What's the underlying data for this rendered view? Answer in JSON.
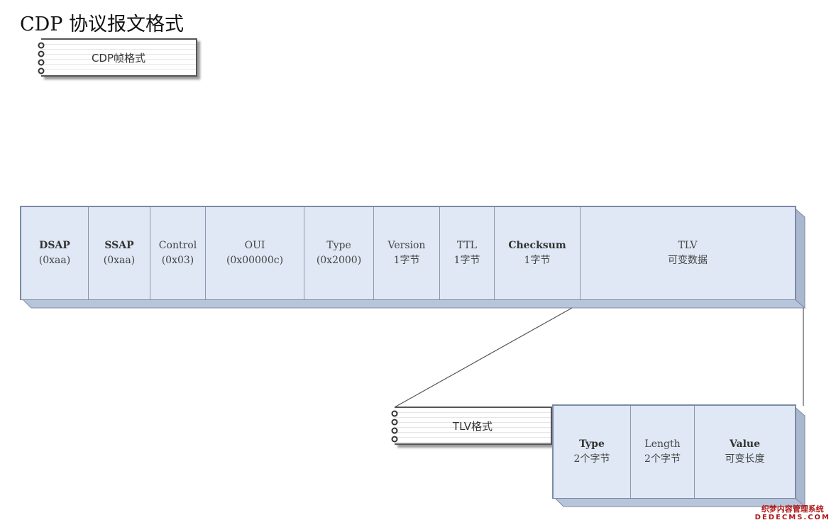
{
  "title": "CDP 协议报文格式",
  "labels": {
    "cdp_frame": "CDP帧格式",
    "tlv_format": "TLV格式"
  },
  "frame_fields": [
    {
      "line1": "DSAP",
      "line2": "(0xaa)"
    },
    {
      "line1": "SSAP",
      "line2": "(0xaa)"
    },
    {
      "line1": "Control",
      "line2": "(0x03)"
    },
    {
      "line1": "OUI",
      "line2": "(0x00000c)"
    },
    {
      "line1": "Type",
      "line2": "(0x2000)"
    },
    {
      "line1": "Version",
      "line2": "1字节"
    },
    {
      "line1": "TTL",
      "line2": "1字节"
    },
    {
      "line1": "Checksum",
      "line2": "1字节"
    },
    {
      "line1": "TLV",
      "line2": "可变数据"
    }
  ],
  "tlv_fields": [
    {
      "line1": "Type",
      "line2": "2个字节"
    },
    {
      "line1": "Length",
      "line2": "2个字节"
    },
    {
      "line1": "Value",
      "line2": "可变长度"
    }
  ],
  "watermark": {
    "line1": "织梦内容管理系统",
    "line2": "DEDECMS.COM"
  },
  "colors": {
    "box_fill": "#dfe8f4",
    "box_border": "#7c8aa6",
    "box_depth": "#b7c5da",
    "watermark": "#b01818"
  }
}
